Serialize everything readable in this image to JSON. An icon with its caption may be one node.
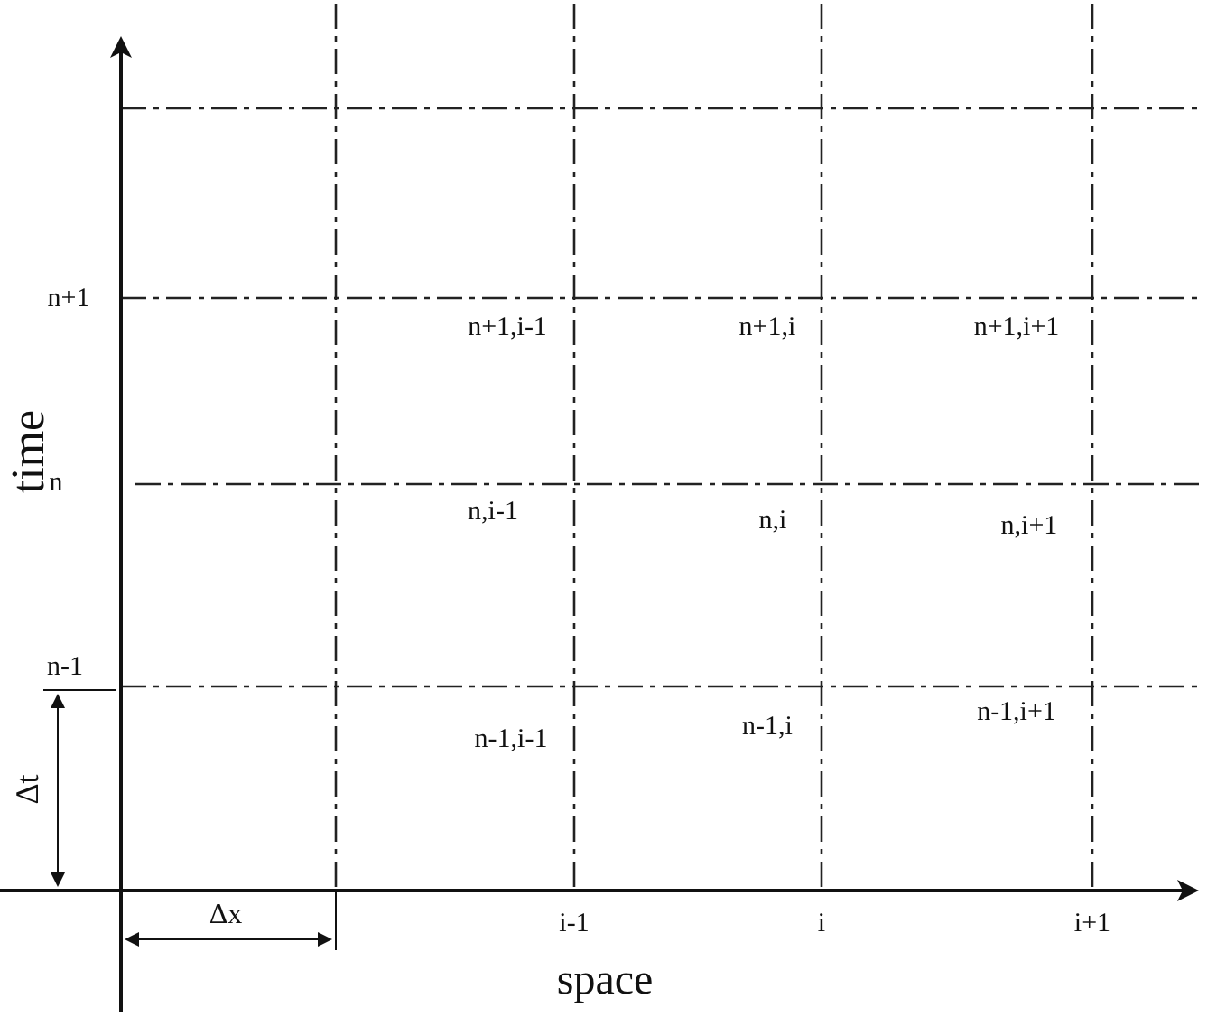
{
  "diagram": {
    "labels": [
      "n+1",
      "n+1,i-1",
      "n+1,i",
      "n+1,i+1",
      "time",
      "n",
      "n,i-1",
      "n,i",
      "n,i+1",
      "n-1",
      "n-1,i-1",
      "n-1,i",
      "n-1,i+1",
      "Δt",
      "Δx",
      "i-1",
      "i",
      "i+1",
      "space"
    ]
  }
}
